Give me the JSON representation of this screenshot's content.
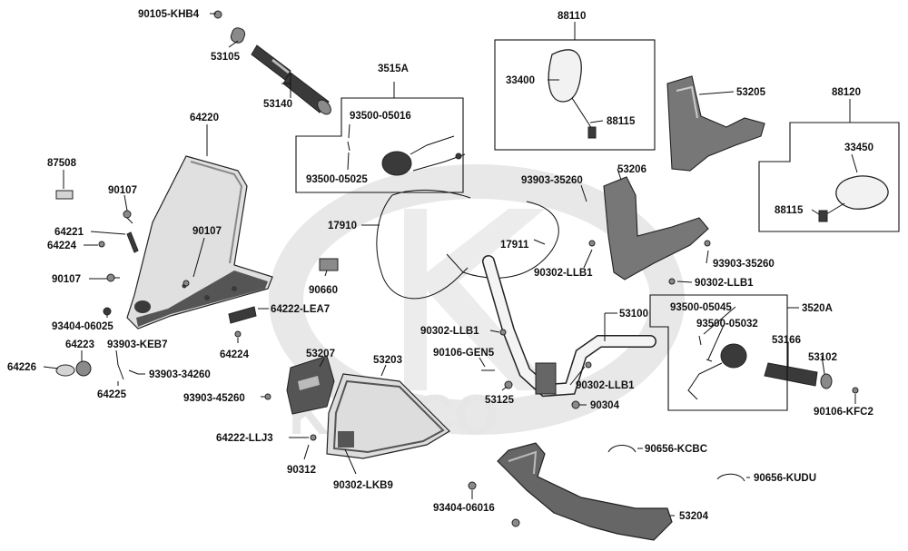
{
  "watermark": {
    "text": "KYMCO"
  },
  "labels": {
    "p90105_KHB4": "90105-KHB4",
    "p53105": "53105",
    "p53140": "53140",
    "p64220": "64220",
    "p87508": "87508",
    "p90107_a": "90107",
    "p90107_b": "90107",
    "p90107_c": "90107",
    "p64221": "64221",
    "p64224_a": "64224",
    "p64224_b": "64224",
    "p93404_06025": "93404-06025",
    "p64223": "64223",
    "p93903_KEB7": "93903-KEB7",
    "p64226": "64226",
    "p93903_34260": "93903-34260",
    "p64225": "64225",
    "p64222_LEA7": "64222-LEA7",
    "p3515A": "3515A",
    "p93500_05016": "93500-05016",
    "p93500_05025": "93500-05025",
    "p17910": "17910",
    "p90660": "90660",
    "p53207": "53207",
    "p93903_45260": "93903-45260",
    "p53203": "53203",
    "p64222_LLJ3": "64222-LLJ3",
    "p90312": "90312",
    "p90302_LKB9": "90302-LKB9",
    "p88110": "88110",
    "p33400": "33400",
    "p88115_a": "88115",
    "p53205": "53205",
    "p88120": "88120",
    "p33450": "33450",
    "p88115_b": "88115",
    "p93903_35260_a": "93903-35260",
    "p53206": "53206",
    "p17911": "17911",
    "p90302_LLB1_a": "90302-LLB1",
    "p93903_35260_b": "93903-35260",
    "p90302_LLB1_b": "90302-LLB1",
    "p93500_05045": "93500-05045",
    "p3520A": "3520A",
    "p93500_05032": "93500-05032",
    "p90302_LLB1_c": "90302-LLB1",
    "p53100": "53100",
    "p90106_GEN5": "90106-GEN5",
    "p53125": "53125",
    "p90302_LLB1_d": "90302-LLB1",
    "p90304": "90304",
    "p53166": "53166",
    "p53102": "53102",
    "p90106_KFC2": "90106-KFC2",
    "p90656_KCBC": "90656-KCBC",
    "p90656_KUDU": "90656-KUDU",
    "p93404_06016": "93404-06016",
    "p53204": "53204"
  },
  "colors": {
    "line": "#111111",
    "part_dark": "#3a3a3a",
    "part_mid": "#8a8a8a",
    "part_light": "#d4d4d4",
    "watermark": "#e6e6e6"
  }
}
